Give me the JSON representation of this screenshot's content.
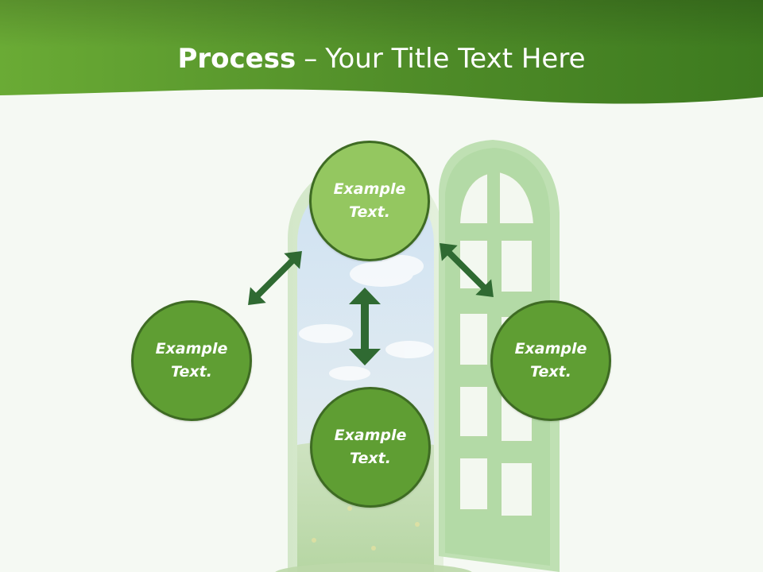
{
  "title": {
    "bold": "Process",
    "separator": "–",
    "text": "Your Title Text Here"
  },
  "nodes": {
    "top": "Example Text.",
    "left": "Example Text.",
    "right": "Example Text.",
    "bottom": "Example Text."
  },
  "colors": {
    "header_dark": "#3d7a1f",
    "header_light": "#6aab35",
    "node_dark": "#5f9e33",
    "node_light": "#94c760",
    "node_border": "#3e6b23",
    "arrow": "#2f6a32",
    "background": "#f5f9f3"
  }
}
